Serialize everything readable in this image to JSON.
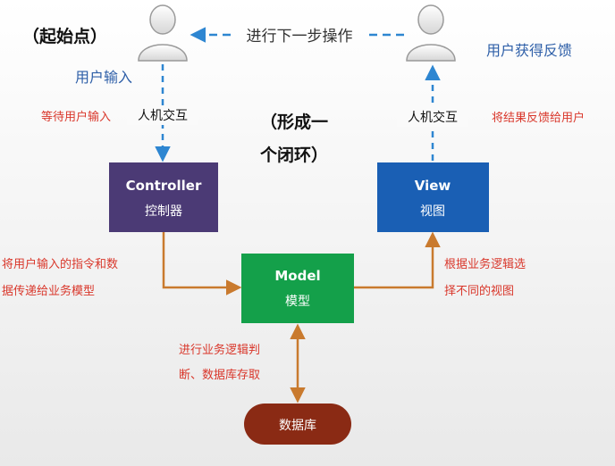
{
  "start": {
    "label": "（起始点）"
  },
  "top_flow": {
    "label": "进行下一步操作"
  },
  "user_left": {
    "label": "用户输入"
  },
  "user_right": {
    "label": "用户获得反馈"
  },
  "left_hci": {
    "label": "人机交互",
    "note": "等待用户输入"
  },
  "right_hci": {
    "label": "人机交互",
    "note": "将结果反馈给用户"
  },
  "loop_note": {
    "line1": "（形成一",
    "line2": "个闭环）"
  },
  "controller": {
    "title": "Controller",
    "subtitle": "控制器",
    "color": "#4B3A75"
  },
  "view": {
    "title": "View",
    "subtitle": "视图",
    "color": "#1A5FB4"
  },
  "model": {
    "title": "Model",
    "subtitle": "模型",
    "color": "#14A04A"
  },
  "database": {
    "label": "数据库",
    "color": "#8A2A14"
  },
  "ctrl_to_model": {
    "line1": "将用户输入的指令和数",
    "line2": "据传递给业务模型"
  },
  "model_to_view": {
    "line1": "根据业务逻辑选",
    "line2": "择不同的视图"
  },
  "model_db": {
    "line1": "进行业务逻辑判",
    "line2": "断、数据库存取"
  },
  "colors": {
    "dashed_arrow": "#2E86D1",
    "solid_arrow": "#C97A2E",
    "note_red": "#D9372B",
    "blue_label": "#2E5FA8"
  }
}
